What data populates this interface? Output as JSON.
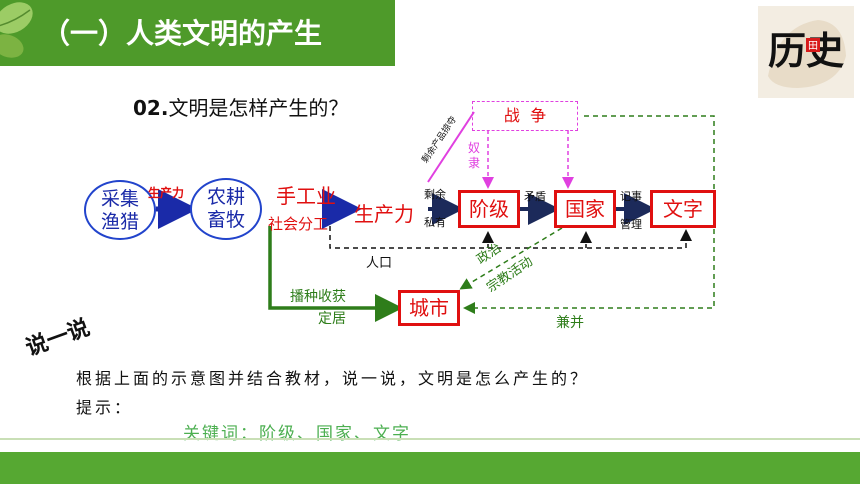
{
  "header": {
    "title": "（一）人类文明的产生"
  },
  "logo": {
    "text": "历史",
    "stamp": "田"
  },
  "question": {
    "number": "02.",
    "text": "文明是怎样产生的？"
  },
  "diagram": {
    "oval1": {
      "line1": "采集",
      "line2": "渔猎"
    },
    "oval2": {
      "line1": "农耕",
      "line2": "畜牧"
    },
    "label_productivity_small": "生产力",
    "label_handicraft": "手工业",
    "label_division": "社会分工",
    "label_productivity": "生产力",
    "label_surplus_slant": "剩余产品掠夺",
    "label_slave": "奴隶",
    "label_surplus": "剩余",
    "label_private": "私有",
    "label_conflict": "矛盾",
    "label_record": "记事",
    "label_manage": "管理",
    "label_population": "人口",
    "label_political": "政治",
    "label_religious": "宗教活动",
    "label_farming": "播种收获",
    "label_settle": "定居",
    "label_merge": "兼并",
    "war": "战  争",
    "class": "阶级",
    "state": "国家",
    "writing": "文字",
    "city": "城市"
  },
  "section": {
    "title": "说一说",
    "prompt": "根据上面的示意图并结合教材，说一说，文明是怎么产生的？",
    "hint": "提示：",
    "keywords": "关键词：阶级、国家、文字"
  },
  "colors": {
    "accent_green": "#4e9a2a",
    "red": "#e01010",
    "blue": "#1a2aa8",
    "magenta": "#e040e0",
    "dark_green": "#2e7d1a"
  }
}
